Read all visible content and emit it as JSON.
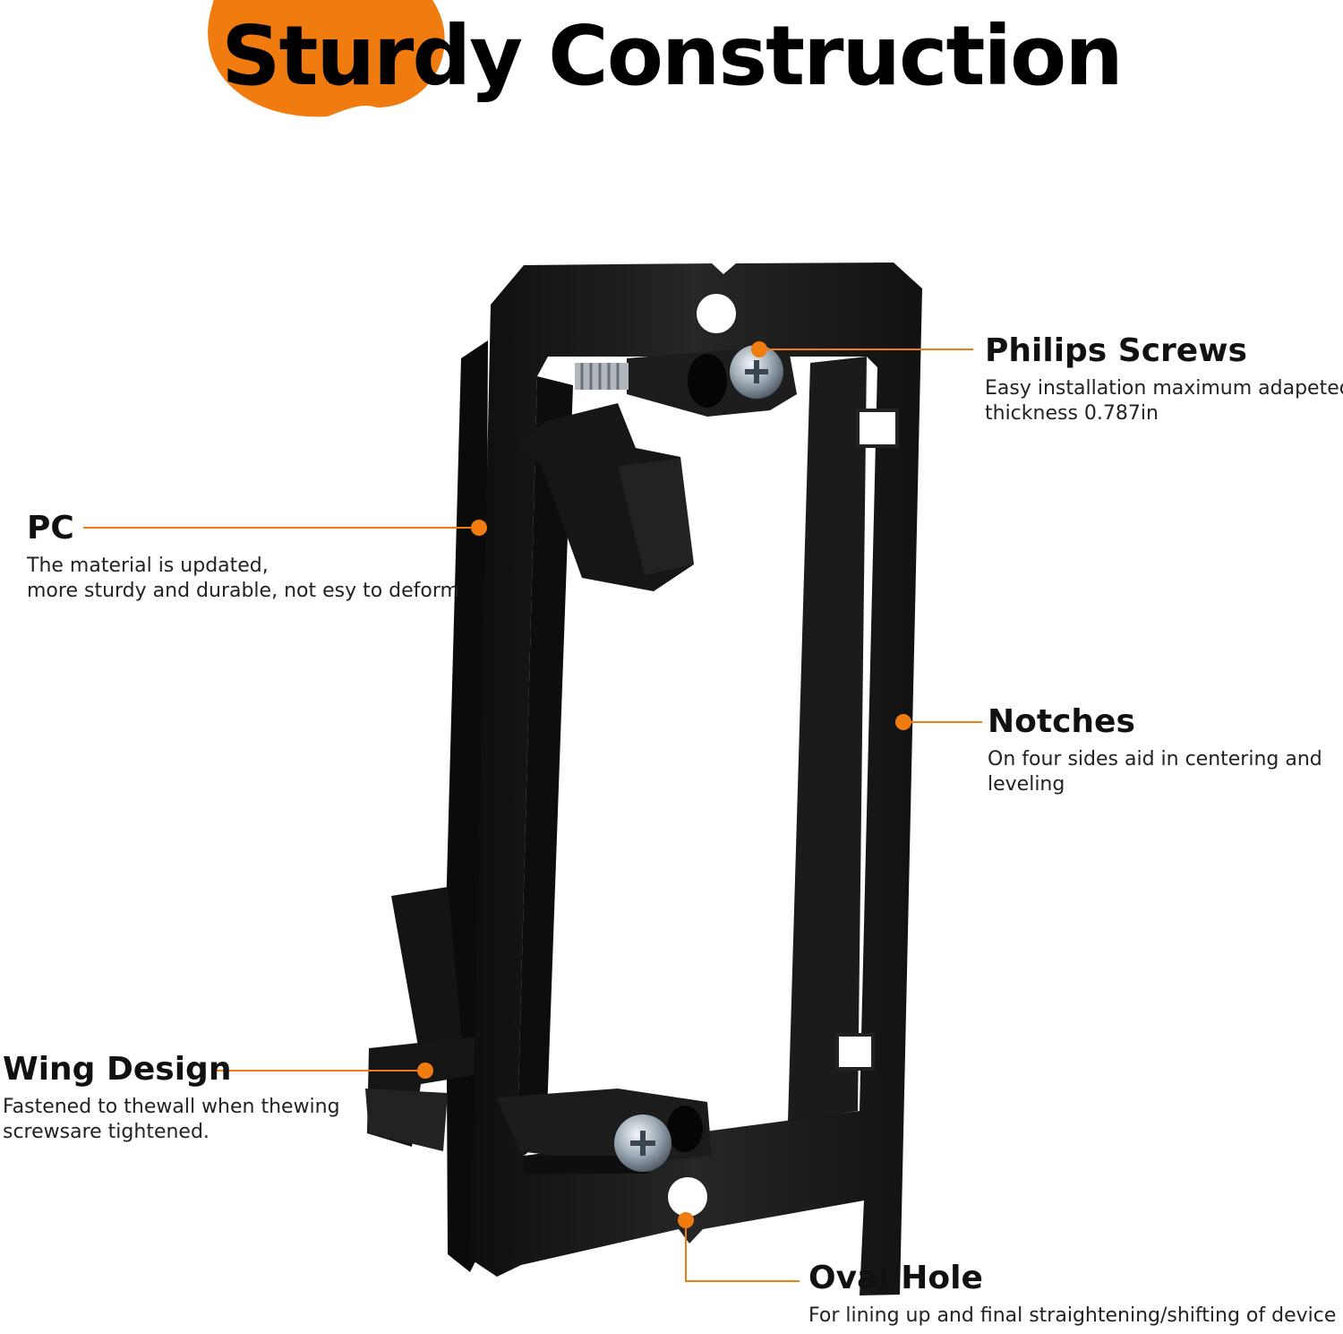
{
  "title": "Sturdy Construction",
  "colors": {
    "accent": "#f07c10",
    "frame": "#1a1a1a",
    "text": "#111111"
  },
  "callouts": {
    "philips": {
      "title": "Philips Screws",
      "lines": [
        "Easy installation maximum adapeted",
        "thickness 0.787in"
      ]
    },
    "pc": {
      "title": "PC",
      "lines": [
        "The material is updated,",
        "more sturdy and durable, not esy to deform"
      ]
    },
    "notches": {
      "title": "Notches",
      "lines": [
        "On four sides aid in centering and",
        "leveling"
      ]
    },
    "wing": {
      "title": "Wing Design",
      "lines": [
        "Fastened to thewall when thewing",
        "screwsare tightened."
      ]
    },
    "oval": {
      "title": "Oval Hole",
      "lines": [
        "For lining up and final straightening/shifting of device"
      ]
    }
  }
}
